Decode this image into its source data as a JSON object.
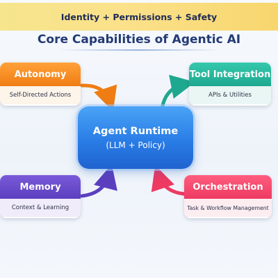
{
  "banner": {
    "text": "Identity + Permissions + Safety"
  },
  "title": "Core Capabilities of Agentic AI",
  "core": {
    "title": "Agent Runtime",
    "subtitle": "(LLM + Policy)",
    "color": "#2a7de6"
  },
  "capabilities": {
    "autonomy": {
      "title": "Autonomy",
      "description": "Self-Directed Actions",
      "color": "#f07d13"
    },
    "tool_integration": {
      "title": "Tool Integration",
      "description": "APIs & Utilities",
      "color": "#1ea88f"
    },
    "memory": {
      "title": "Memory",
      "description": "Context & Learning",
      "color": "#5b3fbf"
    },
    "orchestration": {
      "title": "Orchestration",
      "description": "Task & Workflow Management",
      "color": "#ee3a62"
    }
  }
}
